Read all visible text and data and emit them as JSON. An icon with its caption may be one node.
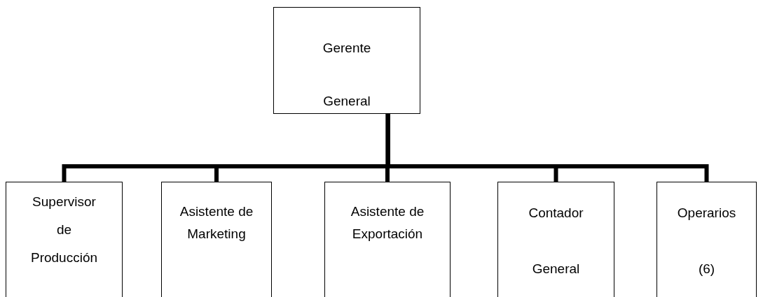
{
  "diagram": {
    "nodes": [
      {
        "text": [
          "Gerente General"
        ]
      },
      {
        "text": [
          "Supervisor de Producción"
        ]
      },
      {
        "text": [
          "Asistente de Marketing"
        ]
      },
      {
        "text": [
          "Asistente de Exportación"
        ]
      },
      {
        "text": [
          "Contador General"
        ]
      },
      {
        "text": [
          "Operarios (6)"
        ]
      }
    ],
    "edges": [
      {
        "from": 0,
        "to": 1,
        "arrow": "none"
      },
      {
        "from": 0,
        "to": 2,
        "arrow": "none"
      },
      {
        "from": 0,
        "to": 3,
        "arrow": "none"
      },
      {
        "from": 0,
        "to": 4,
        "arrow": "none"
      },
      {
        "from": 0,
        "to": 5,
        "arrow": "none"
      }
    ]
  }
}
